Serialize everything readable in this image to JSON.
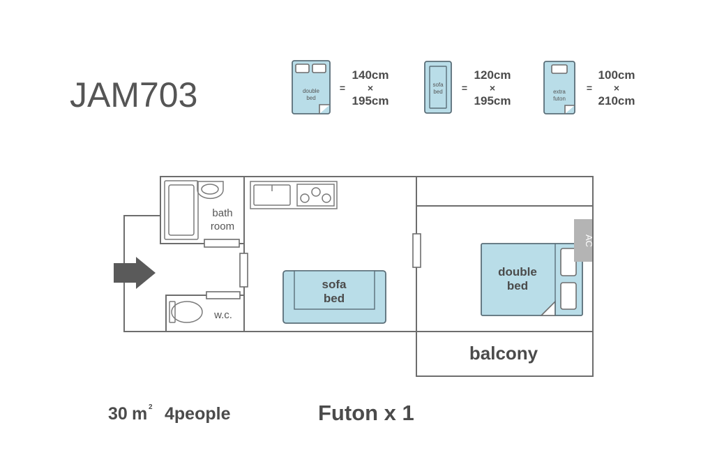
{
  "title": "JAM703",
  "legend": [
    {
      "icon": "double-bed-icon",
      "label_line1": "double",
      "label_line2": "bed",
      "width": "140cm",
      "times": "×",
      "length": "195cm",
      "eq": "="
    },
    {
      "icon": "sofa-bed-icon",
      "label_line1": "sofa",
      "label_line2": "bed",
      "width": "120cm",
      "times": "×",
      "length": "195cm",
      "eq": "="
    },
    {
      "icon": "extra-futon-icon",
      "label_line1": "extra",
      "label_line2": "futon",
      "width": "100cm",
      "times": "×",
      "length": "210cm",
      "eq": "="
    }
  ],
  "rooms": {
    "bathroom_line1": "bath",
    "bathroom_line2": "room",
    "wc": "w.c.",
    "sofa_bed_line1": "sofa",
    "sofa_bed_line2": "bed",
    "double_bed_line1": "double",
    "double_bed_line2": "bed",
    "ac": "AC",
    "balcony": "balcony"
  },
  "footer": {
    "area_num": "30",
    "area_unit": "m",
    "area_sup": "2",
    "people": "4people",
    "futon": "Futon x 1"
  },
  "colors": {
    "bed_fill": "#b9dde8",
    "wall": "#6d6d6d",
    "text": "#4b4b4b",
    "ac_box": "#b4b4b4"
  }
}
